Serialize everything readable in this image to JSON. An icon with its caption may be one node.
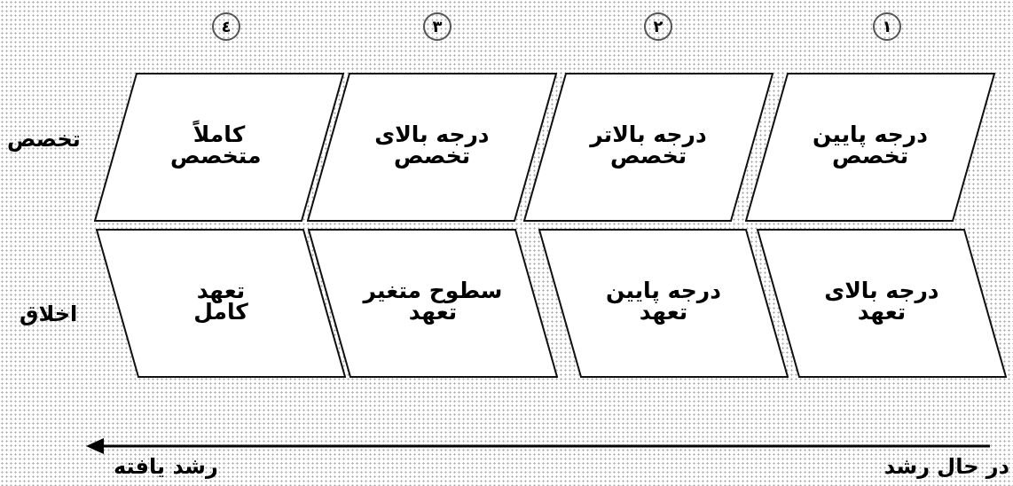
{
  "diagram": {
    "nodes": [
      {
        "text": [
          "١"
        ]
      },
      {
        "text": [
          "٢"
        ]
      },
      {
        "text": [
          "٣"
        ]
      },
      {
        "text": [
          "٤"
        ]
      },
      {
        "text": [
          "درجه پایین تخصص"
        ]
      },
      {
        "text": [
          "درجه بالاتر تخصص"
        ]
      },
      {
        "text": [
          "درجه بالای تخصص"
        ]
      },
      {
        "text": [
          "کاملاً متخصص"
        ]
      },
      {
        "text": [
          "درجه بالای تعهد"
        ]
      },
      {
        "text": [
          "درجه پایین تعهد"
        ]
      },
      {
        "text": [
          "سطوح متغیر تعهد"
        ]
      },
      {
        "text": [
          "تعهد کامل"
        ]
      }
    ],
    "labels": [
      "تخصص",
      "اخلاق",
      "در حال رشد",
      "رشد یافته"
    ]
  }
}
